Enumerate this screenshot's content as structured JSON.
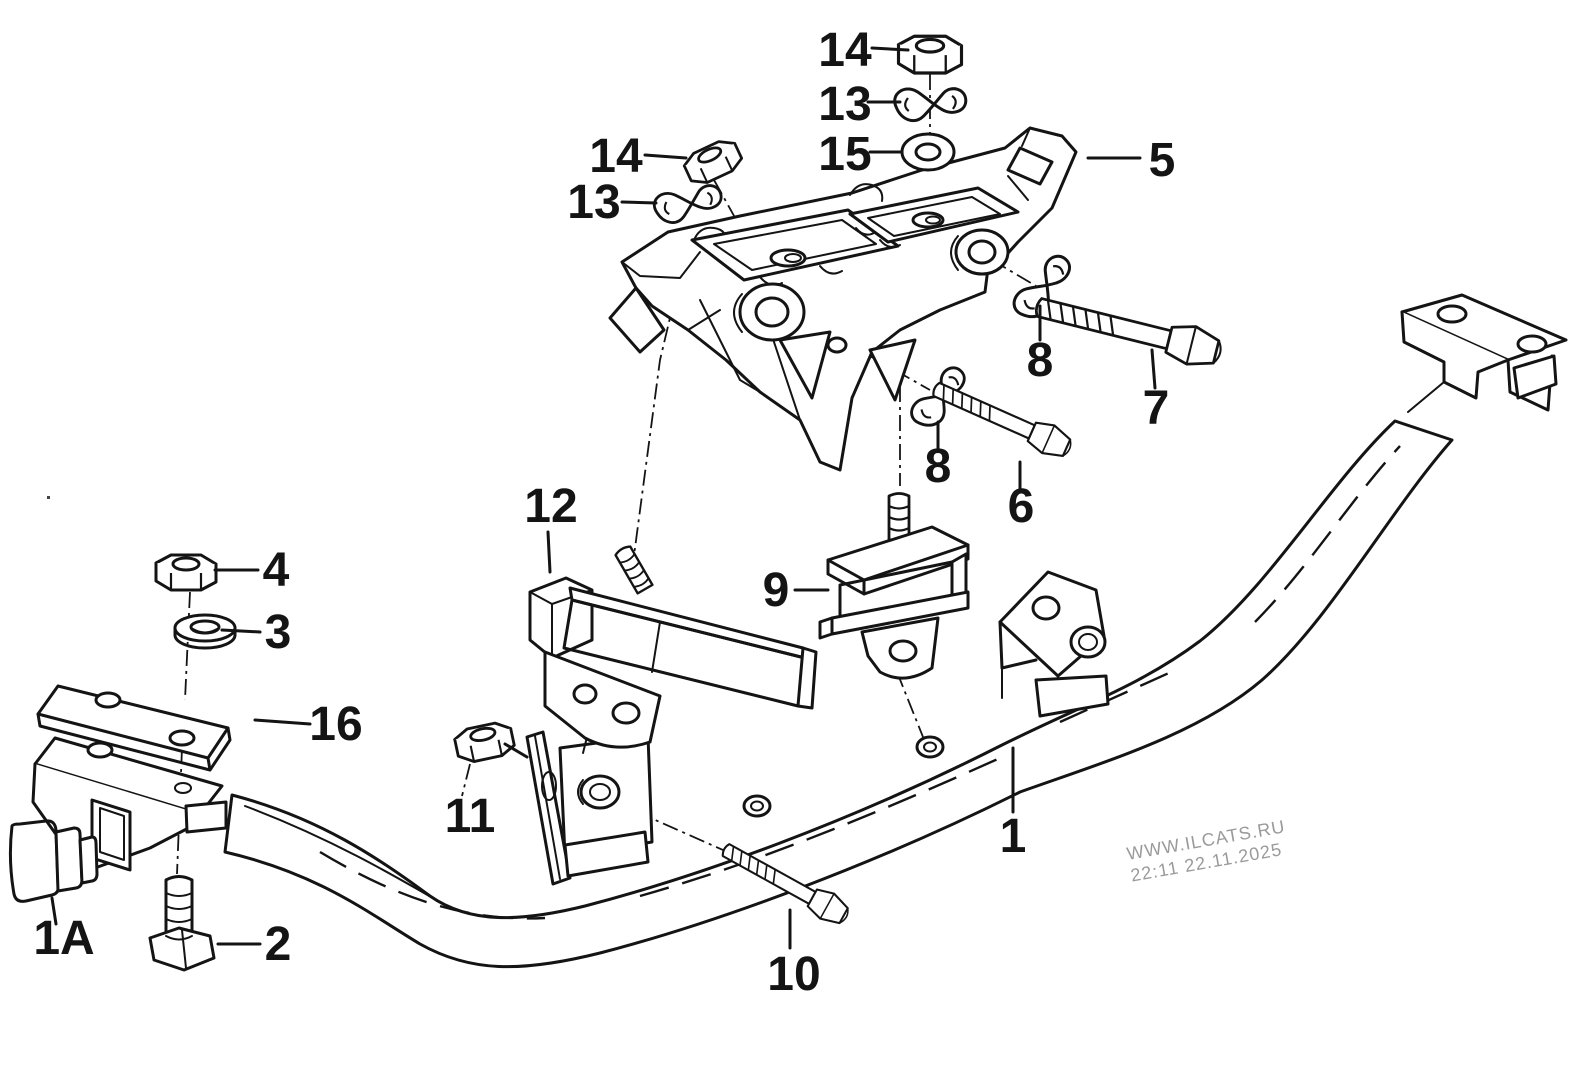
{
  "canvas": {
    "background": "#ffffff",
    "line_color": "#141414"
  },
  "watermark": {
    "line1": "WWW.ILCATS.RU",
    "line2": "22:11 22.11.2025",
    "color": "#9a9a9a"
  },
  "callouts": {
    "crossmember": "1",
    "buffer": "1A",
    "bolt2": "2",
    "washer3": "3",
    "nut4": "4",
    "bracket5": "5",
    "bolt6": "6",
    "bolt7": "7",
    "spring8a": "8",
    "spring8b": "8",
    "engine_mount9": "9",
    "bolt10": "10",
    "nut11": "11",
    "trans_mount12": "12",
    "spring13a": "13",
    "spring13b": "13",
    "nut14a": "14",
    "nut14b": "14",
    "washer15": "15",
    "plate16": "16"
  }
}
